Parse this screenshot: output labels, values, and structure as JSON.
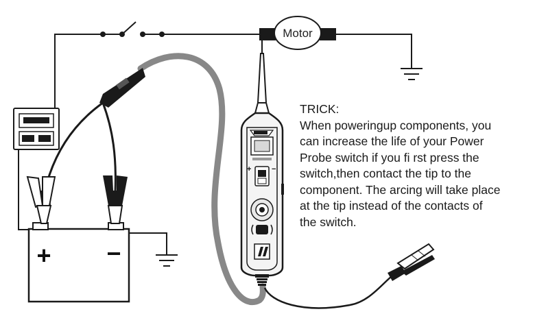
{
  "motor": {
    "label": "Motor"
  },
  "battery": {
    "positive": "+",
    "negative": "−"
  },
  "trick": {
    "heading": "TRICK:",
    "lines": [
      "When poweringup components, you",
      "can increase the life of your Power",
      "Probe switch if you fi rst press the",
      "switch,then contact the tip to the",
      "component. The arcing will take place",
      "at the tip instead of the contacts of",
      "the switch."
    ]
  },
  "colors": {
    "cable": "#8a8a8a",
    "wire": "#1a1a1a",
    "probe_body": "#f4f4f4"
  }
}
